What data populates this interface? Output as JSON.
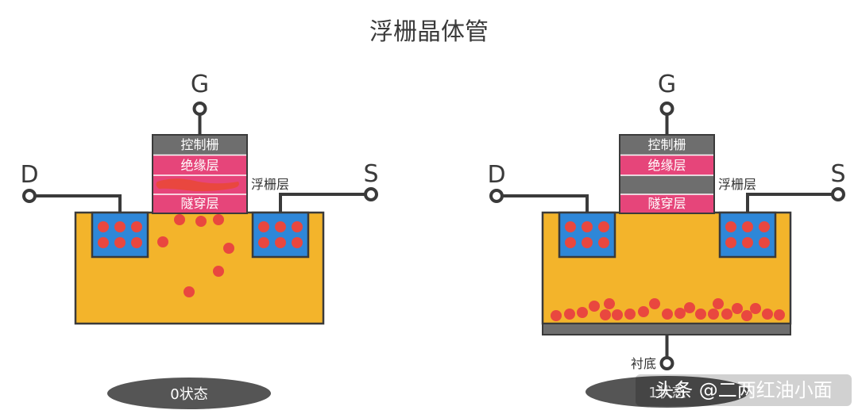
{
  "title": "浮栅晶体管",
  "left": {
    "terminals": {
      "gate": "G",
      "drain": "D",
      "source": "S"
    },
    "layers": {
      "control_gate": "控制栅",
      "insulation": "绝缘层",
      "tunnel": "隧穿层"
    },
    "floating_gate_label": "浮栅层",
    "state_label": "0状态"
  },
  "right": {
    "terminals": {
      "gate": "G",
      "drain": "D",
      "source": "S"
    },
    "layers": {
      "control_gate": "控制栅",
      "insulation": "绝缘层",
      "tunnel": "隧穿层"
    },
    "floating_gate_label": "浮栅层",
    "substrate_label": "衬底",
    "state_label": "1状态"
  },
  "watermark": "头条 @二两红油小面",
  "colors": {
    "substrate": "#F3B42B",
    "well": "#2E87D8",
    "electron": "#E9473F",
    "layer_gray": "#6E6E6E",
    "layer_pink": "#E6457A",
    "wire": "#3A3A3A",
    "oval": "#555555"
  }
}
